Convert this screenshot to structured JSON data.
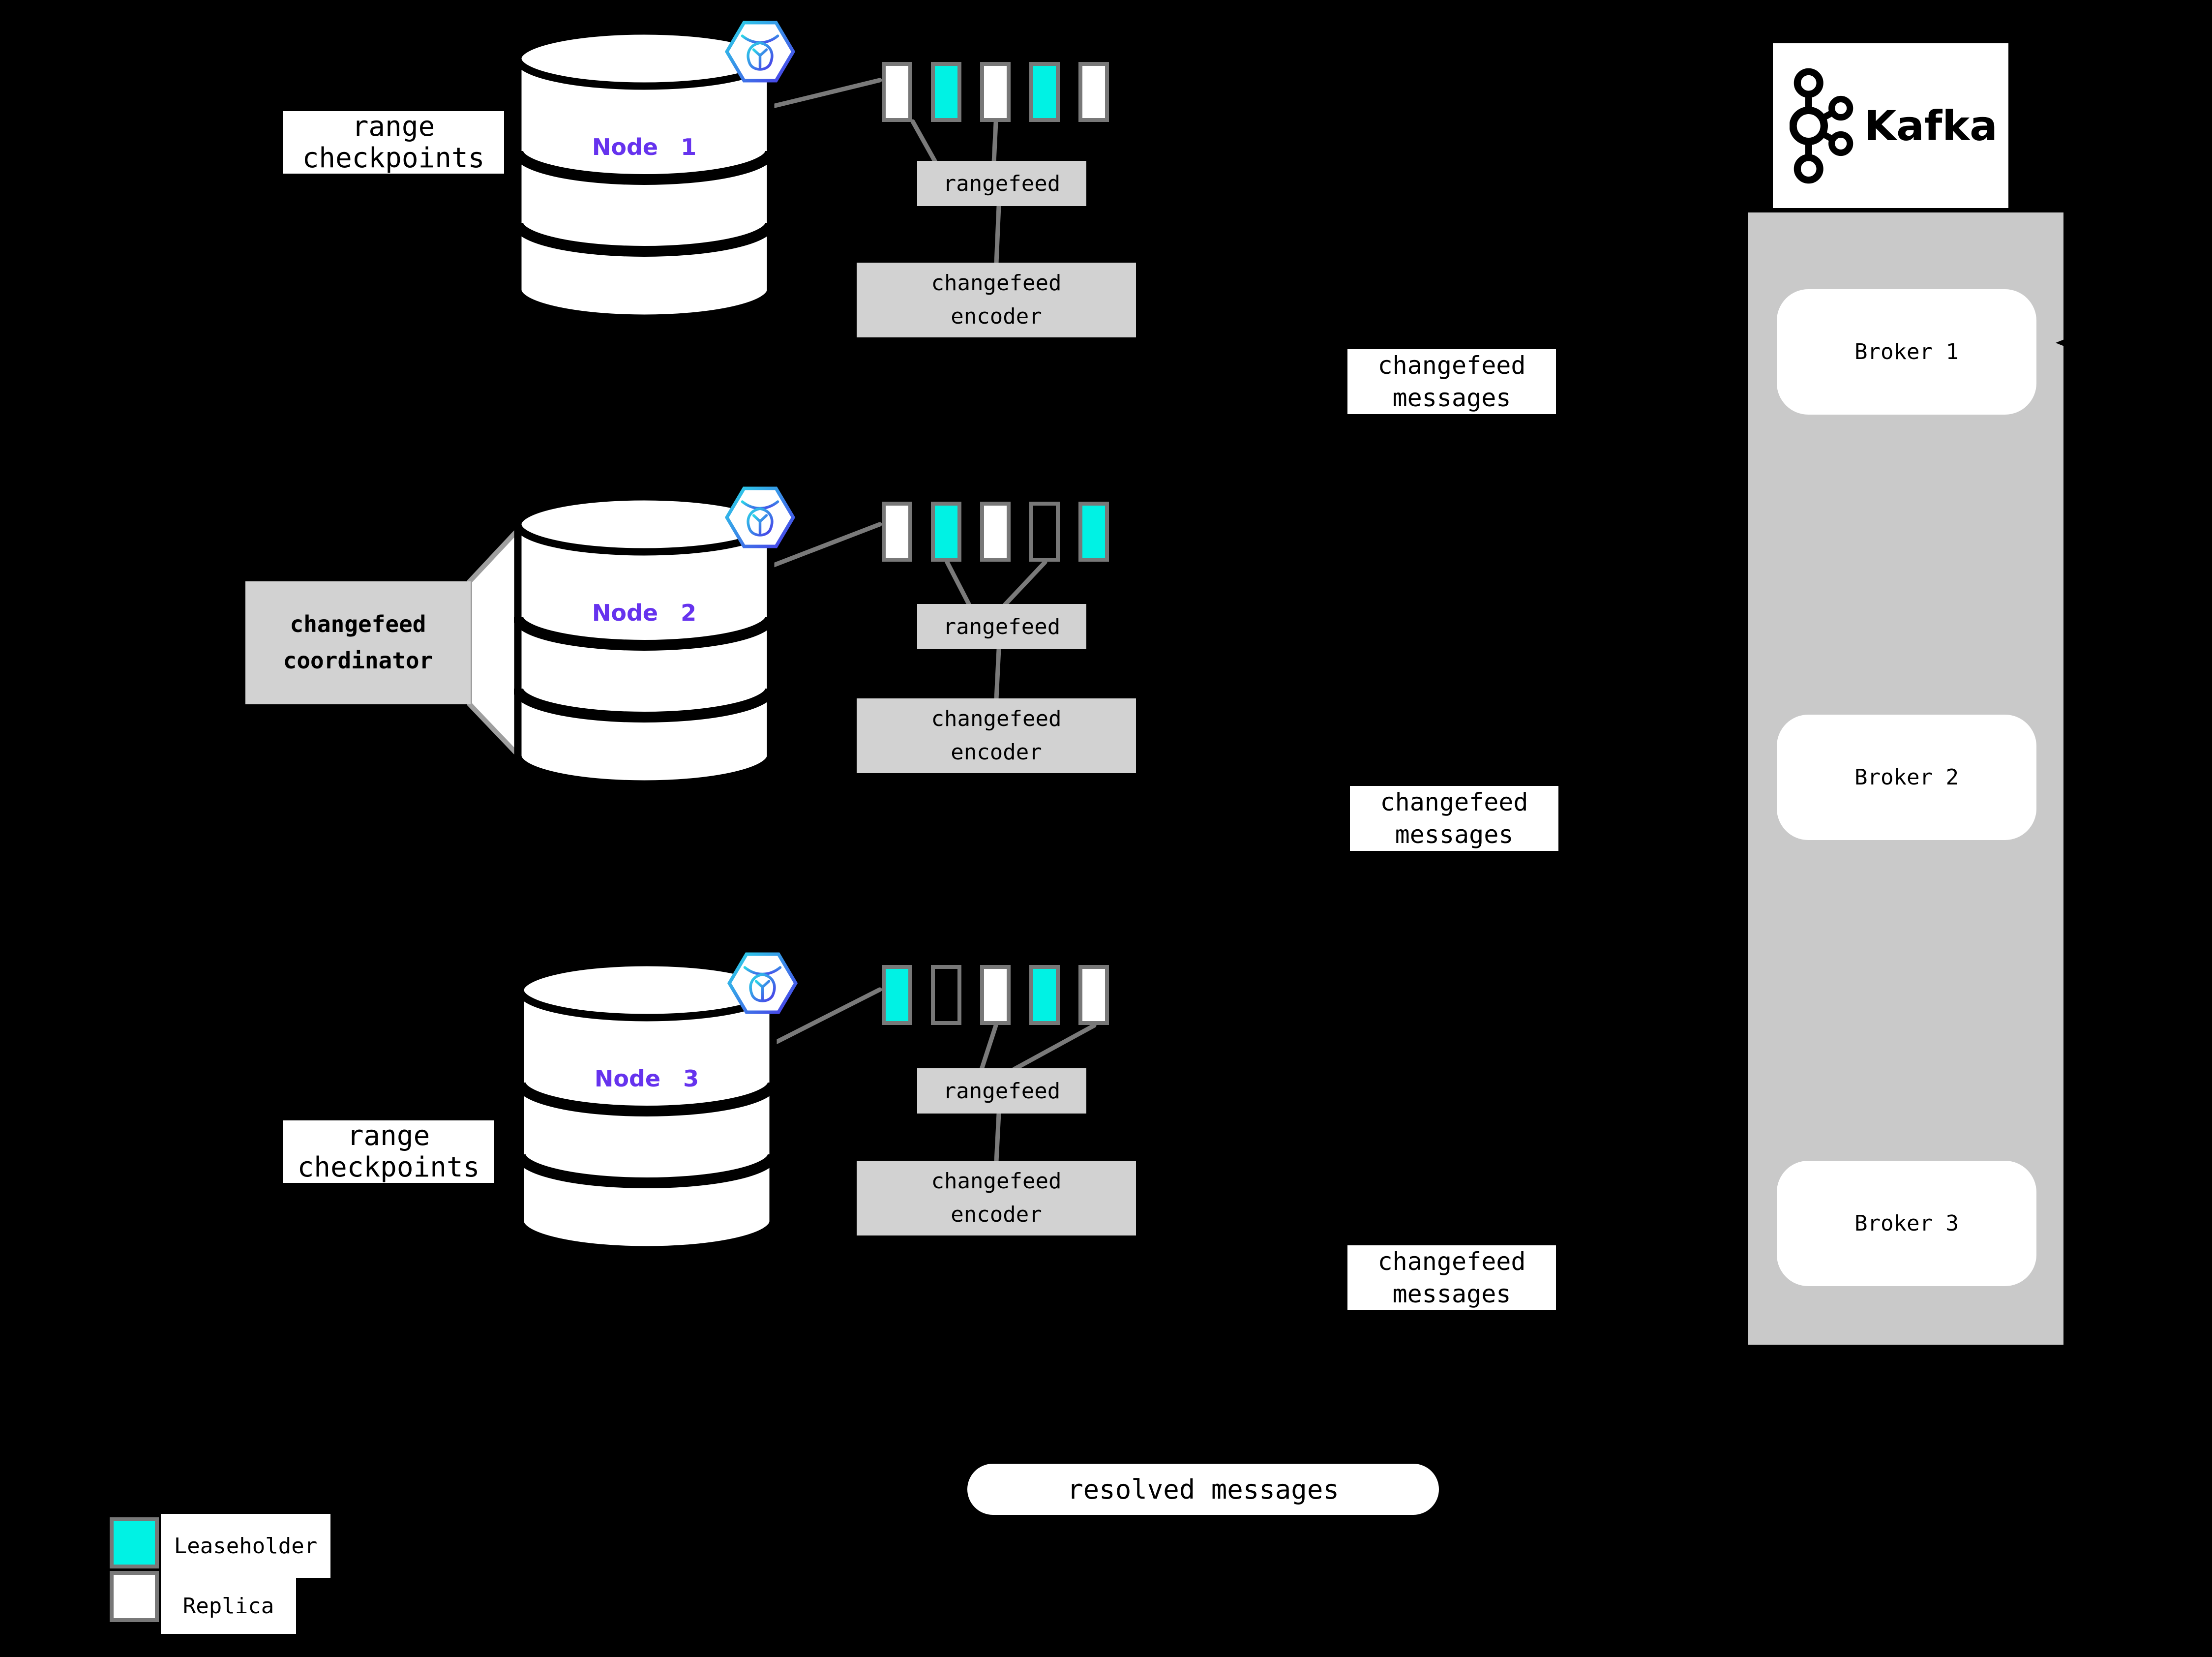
{
  "colors": {
    "background": "#000000",
    "leaseholder_cyan": "#00F2E4",
    "replica_white": "#FFFFFF",
    "node_label_purple": "#6633EE",
    "process_box_gray": "#D2D2D2",
    "kafka_panel_gray": "#C9C9C9",
    "connector_gray": "#7A7A7A",
    "square_border_gray": "#787878"
  },
  "nodes": [
    {
      "label": "Node 1",
      "badge": "cockroachdb-icon",
      "ranges": [
        "replica",
        "leaseholder",
        "replica",
        "leaseholder",
        "replica"
      ],
      "rangefeed_label": "rangefeed",
      "encoder_label": "changefeed\nencoder"
    },
    {
      "label": "Node 2",
      "badge": "cockroachdb-icon",
      "ranges": [
        "replica",
        "leaseholder",
        "replica",
        "empty",
        "leaseholder"
      ],
      "rangefeed_label": "rangefeed",
      "encoder_label": "changefeed\nencoder"
    },
    {
      "label": "Node 3",
      "badge": "cockroachdb-icon",
      "ranges": [
        "leaseholder",
        "empty",
        "replica",
        "leaseholder",
        "replica"
      ],
      "rangefeed_label": "rangefeed",
      "encoder_label": "changefeed\nencoder"
    }
  ],
  "annotations": {
    "range_checkpoints_top": "range\ncheckpoints",
    "range_checkpoints_bottom": "range\ncheckpoints",
    "coordinator": "changefeed\ncoordinator",
    "changefeed_messages_1": "changefeed\nmessages",
    "changefeed_messages_2": "changefeed\nmessages",
    "changefeed_messages_3": "changefeed\nmessages",
    "resolved_messages": "resolved messages"
  },
  "kafka": {
    "title": "Kafka",
    "brokers": [
      "Broker 1",
      "Broker 2",
      "Broker 3"
    ]
  },
  "legend": [
    {
      "swatch": "leaseholder",
      "label": "Leaseholder"
    },
    {
      "swatch": "replica",
      "label": "Replica"
    }
  ]
}
